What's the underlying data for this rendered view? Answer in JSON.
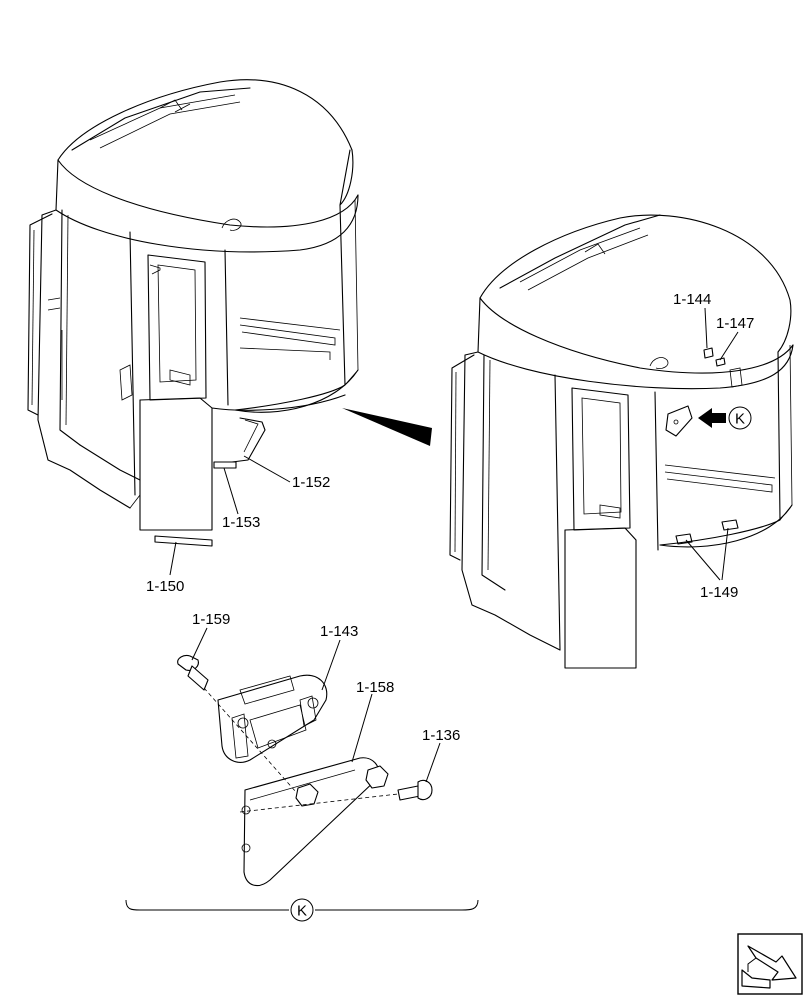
{
  "labels": {
    "p1_144": "1-144",
    "p1_147": "1-147",
    "p1_152": "1-152",
    "p1_153": "1-153",
    "p1_150": "1-150",
    "p1_149": "1-149",
    "p1_159": "1-159",
    "p1_143": "1-143",
    "p1_158": "1-158",
    "p1_136": "1-136",
    "detail_callout": "K",
    "detail_bracket": "K"
  },
  "icons": {
    "nav": "next-page-arrow-icon"
  }
}
